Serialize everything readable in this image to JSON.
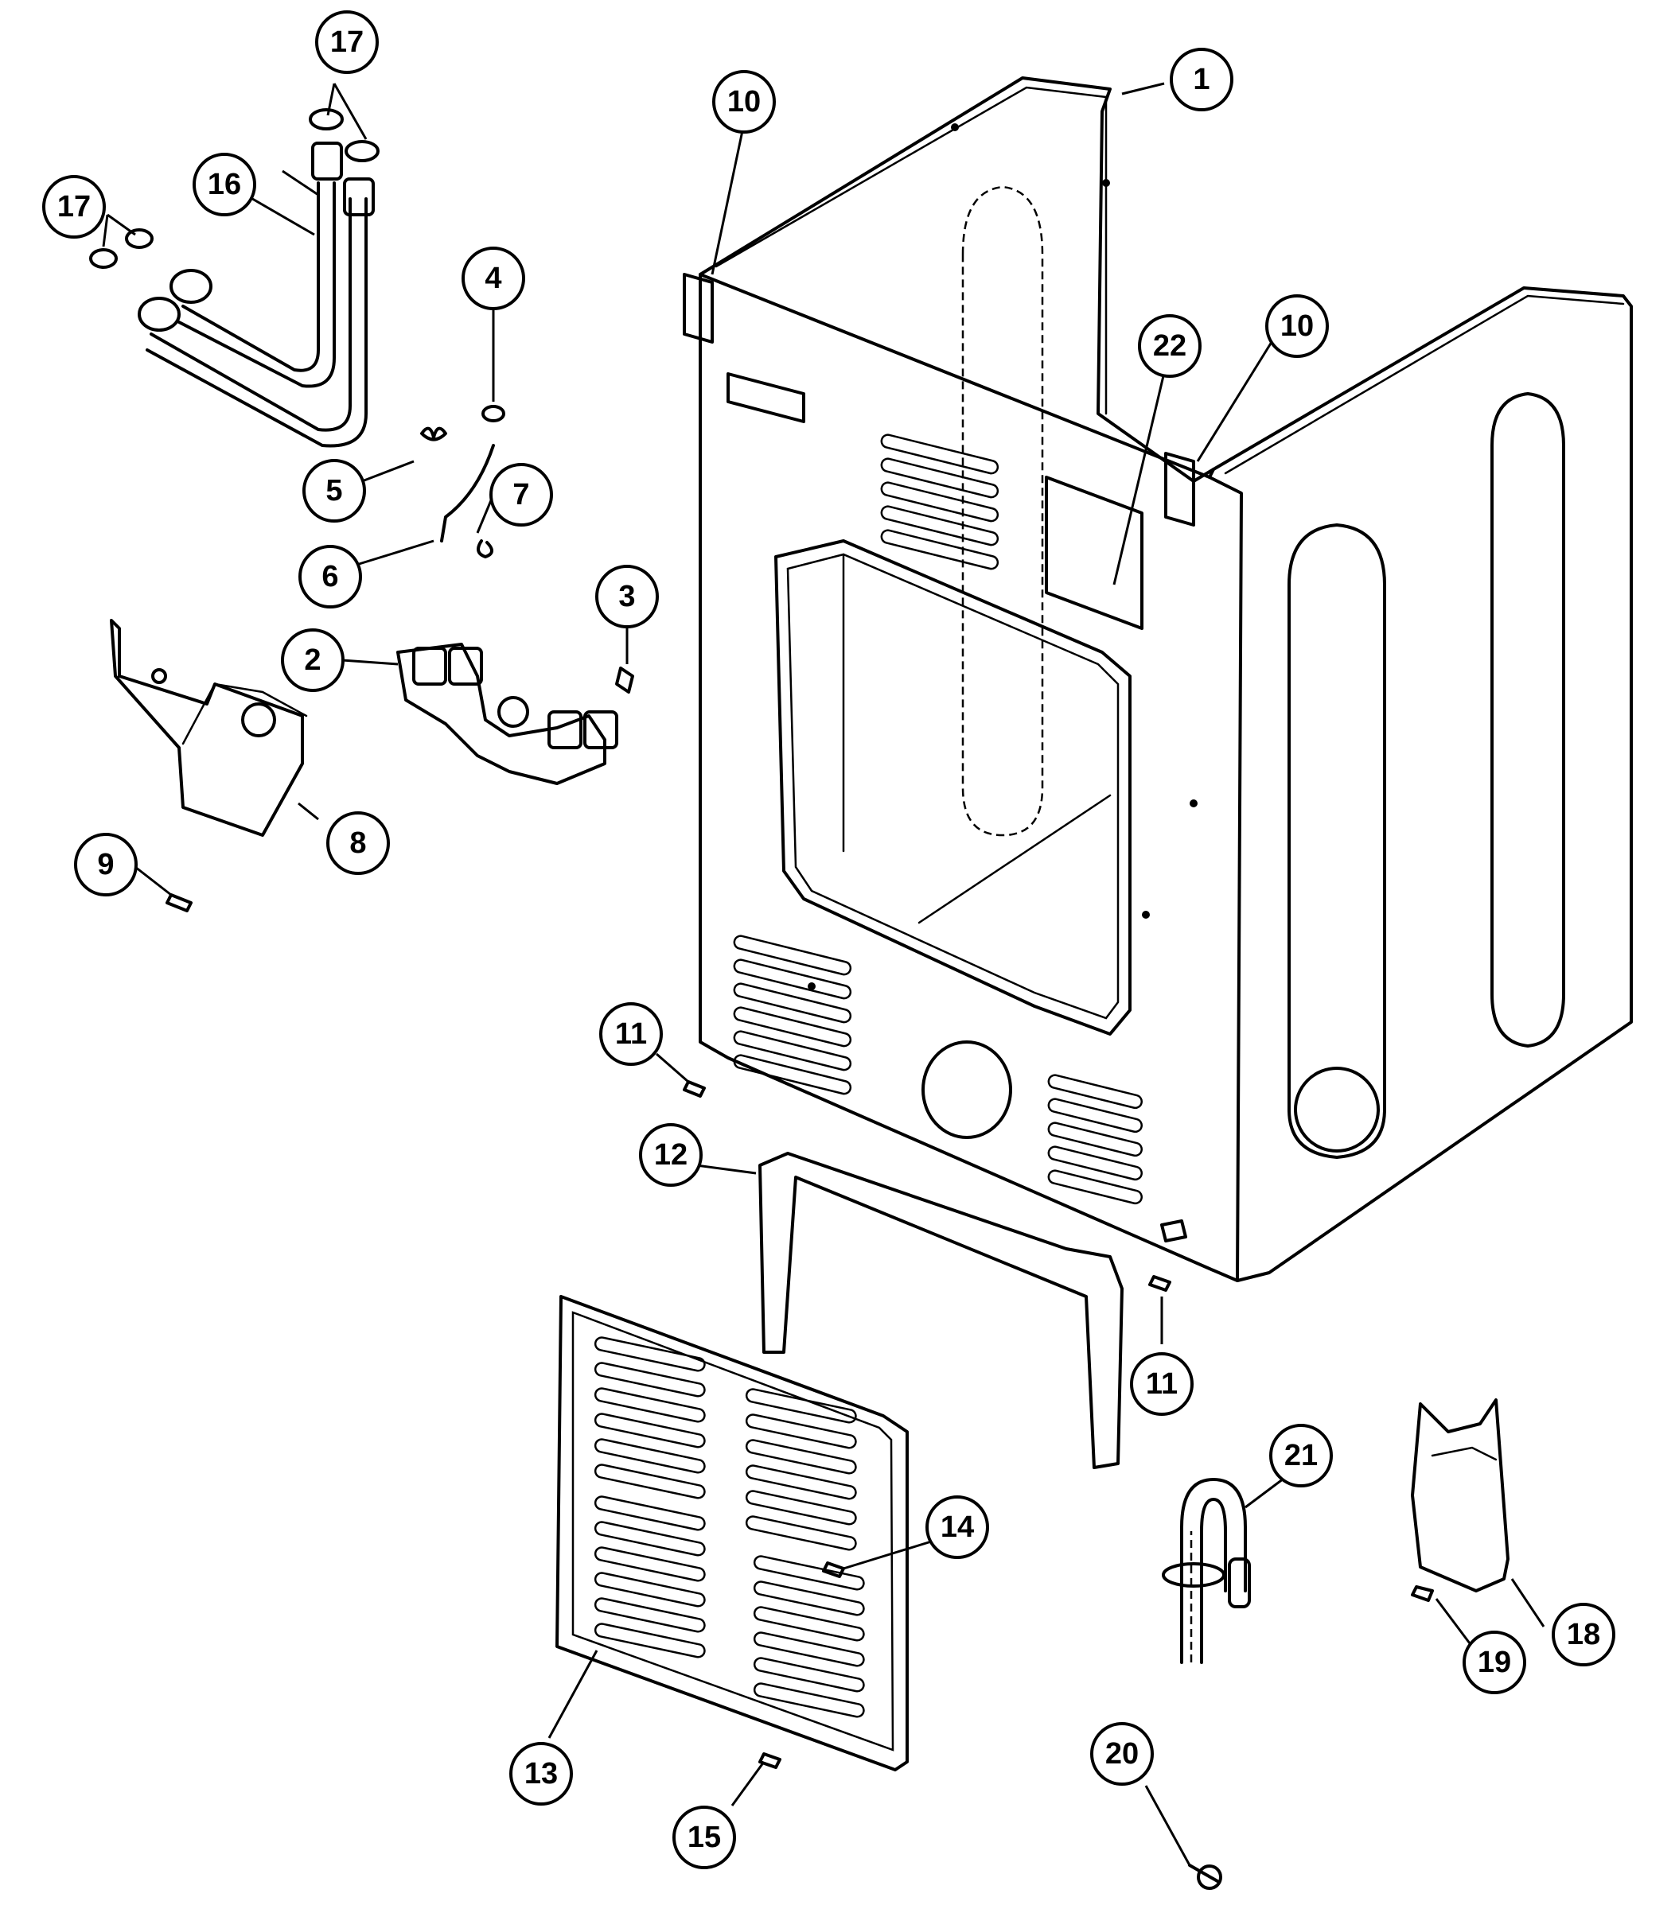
{
  "callouts": [
    {
      "id": "c1",
      "label": "1"
    },
    {
      "id": "c2",
      "label": "2"
    },
    {
      "id": "c3",
      "label": "3"
    },
    {
      "id": "c4",
      "label": "4"
    },
    {
      "id": "c5",
      "label": "5"
    },
    {
      "id": "c6",
      "label": "6"
    },
    {
      "id": "c7",
      "label": "7"
    },
    {
      "id": "c8",
      "label": "8"
    },
    {
      "id": "c9",
      "label": "9"
    },
    {
      "id": "c10a",
      "label": "10"
    },
    {
      "id": "c10b",
      "label": "10"
    },
    {
      "id": "c11a",
      "label": "11"
    },
    {
      "id": "c11b",
      "label": "11"
    },
    {
      "id": "c12",
      "label": "12"
    },
    {
      "id": "c13",
      "label": "13"
    },
    {
      "id": "c14",
      "label": "14"
    },
    {
      "id": "c15",
      "label": "15"
    },
    {
      "id": "c16",
      "label": "16"
    },
    {
      "id": "c17a",
      "label": "17"
    },
    {
      "id": "c17b",
      "label": "17"
    },
    {
      "id": "c18",
      "label": "18"
    },
    {
      "id": "c19",
      "label": "19"
    },
    {
      "id": "c20",
      "label": "20"
    },
    {
      "id": "c21",
      "label": "21"
    },
    {
      "id": "c22",
      "label": "22"
    }
  ]
}
